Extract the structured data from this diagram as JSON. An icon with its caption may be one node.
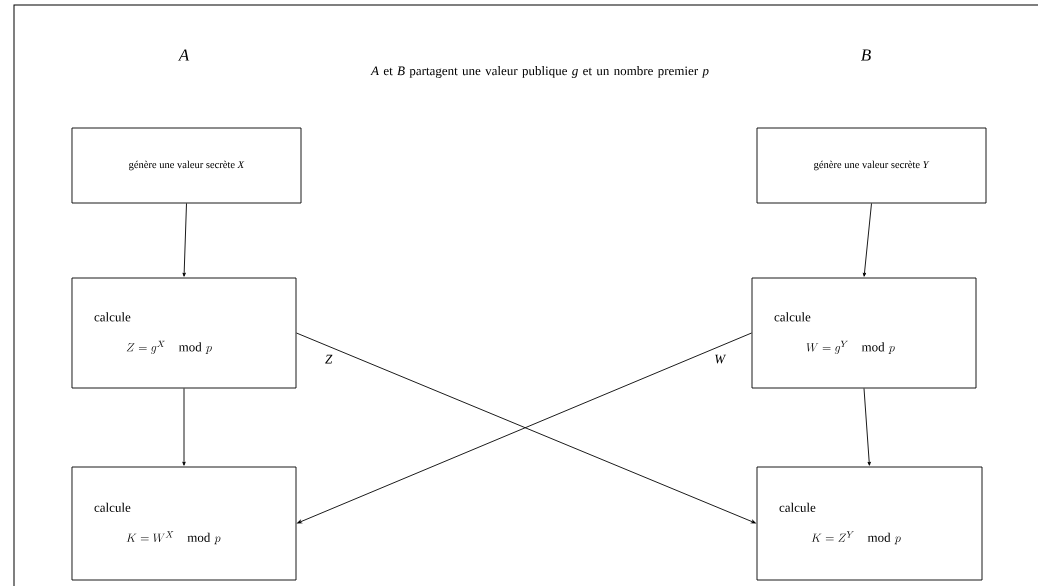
{
  "diagram": {
    "nodes": [
      {
        "text": [
          "génère une valeur secrète *X*"
        ]
      },
      {
        "text": [
          "génère une valeur secrète *Y*"
        ]
      },
      {
        "text": [
          "calcule",
          "Z = g^{X} \\quad \\mathrm{mod}\\ p"
        ]
      },
      {
        "text": [
          "calcule",
          "W = g^{Y} \\quad \\mathrm{mod}\\ p"
        ]
      },
      {
        "text": [
          "calcule",
          "K = W^{X} \\quad \\mathrm{mod}\\ p"
        ]
      },
      {
        "text": [
          "calcule",
          "K = Z^{Y} \\quad \\mathrm{mod}\\ p"
        ]
      }
    ],
    "edges": [
      {
        "from": 0,
        "to": 2,
        "arrow": "to"
      },
      {
        "from": 1,
        "to": 3,
        "arrow": "to"
      },
      {
        "from": 2,
        "to": 4,
        "arrow": "to"
      },
      {
        "from": 3,
        "to": 5,
        "arrow": "to"
      },
      {
        "from": 2,
        "to": 5,
        "arrow": "to",
        "label": "Z"
      },
      {
        "from": 3,
        "to": 4,
        "arrow": "to",
        "label": "W"
      }
    ],
    "labels": [
      "A",
      "*A* et *B* partagent une valeur publique *g* et un nombre premier *p*",
      "B"
    ]
  }
}
